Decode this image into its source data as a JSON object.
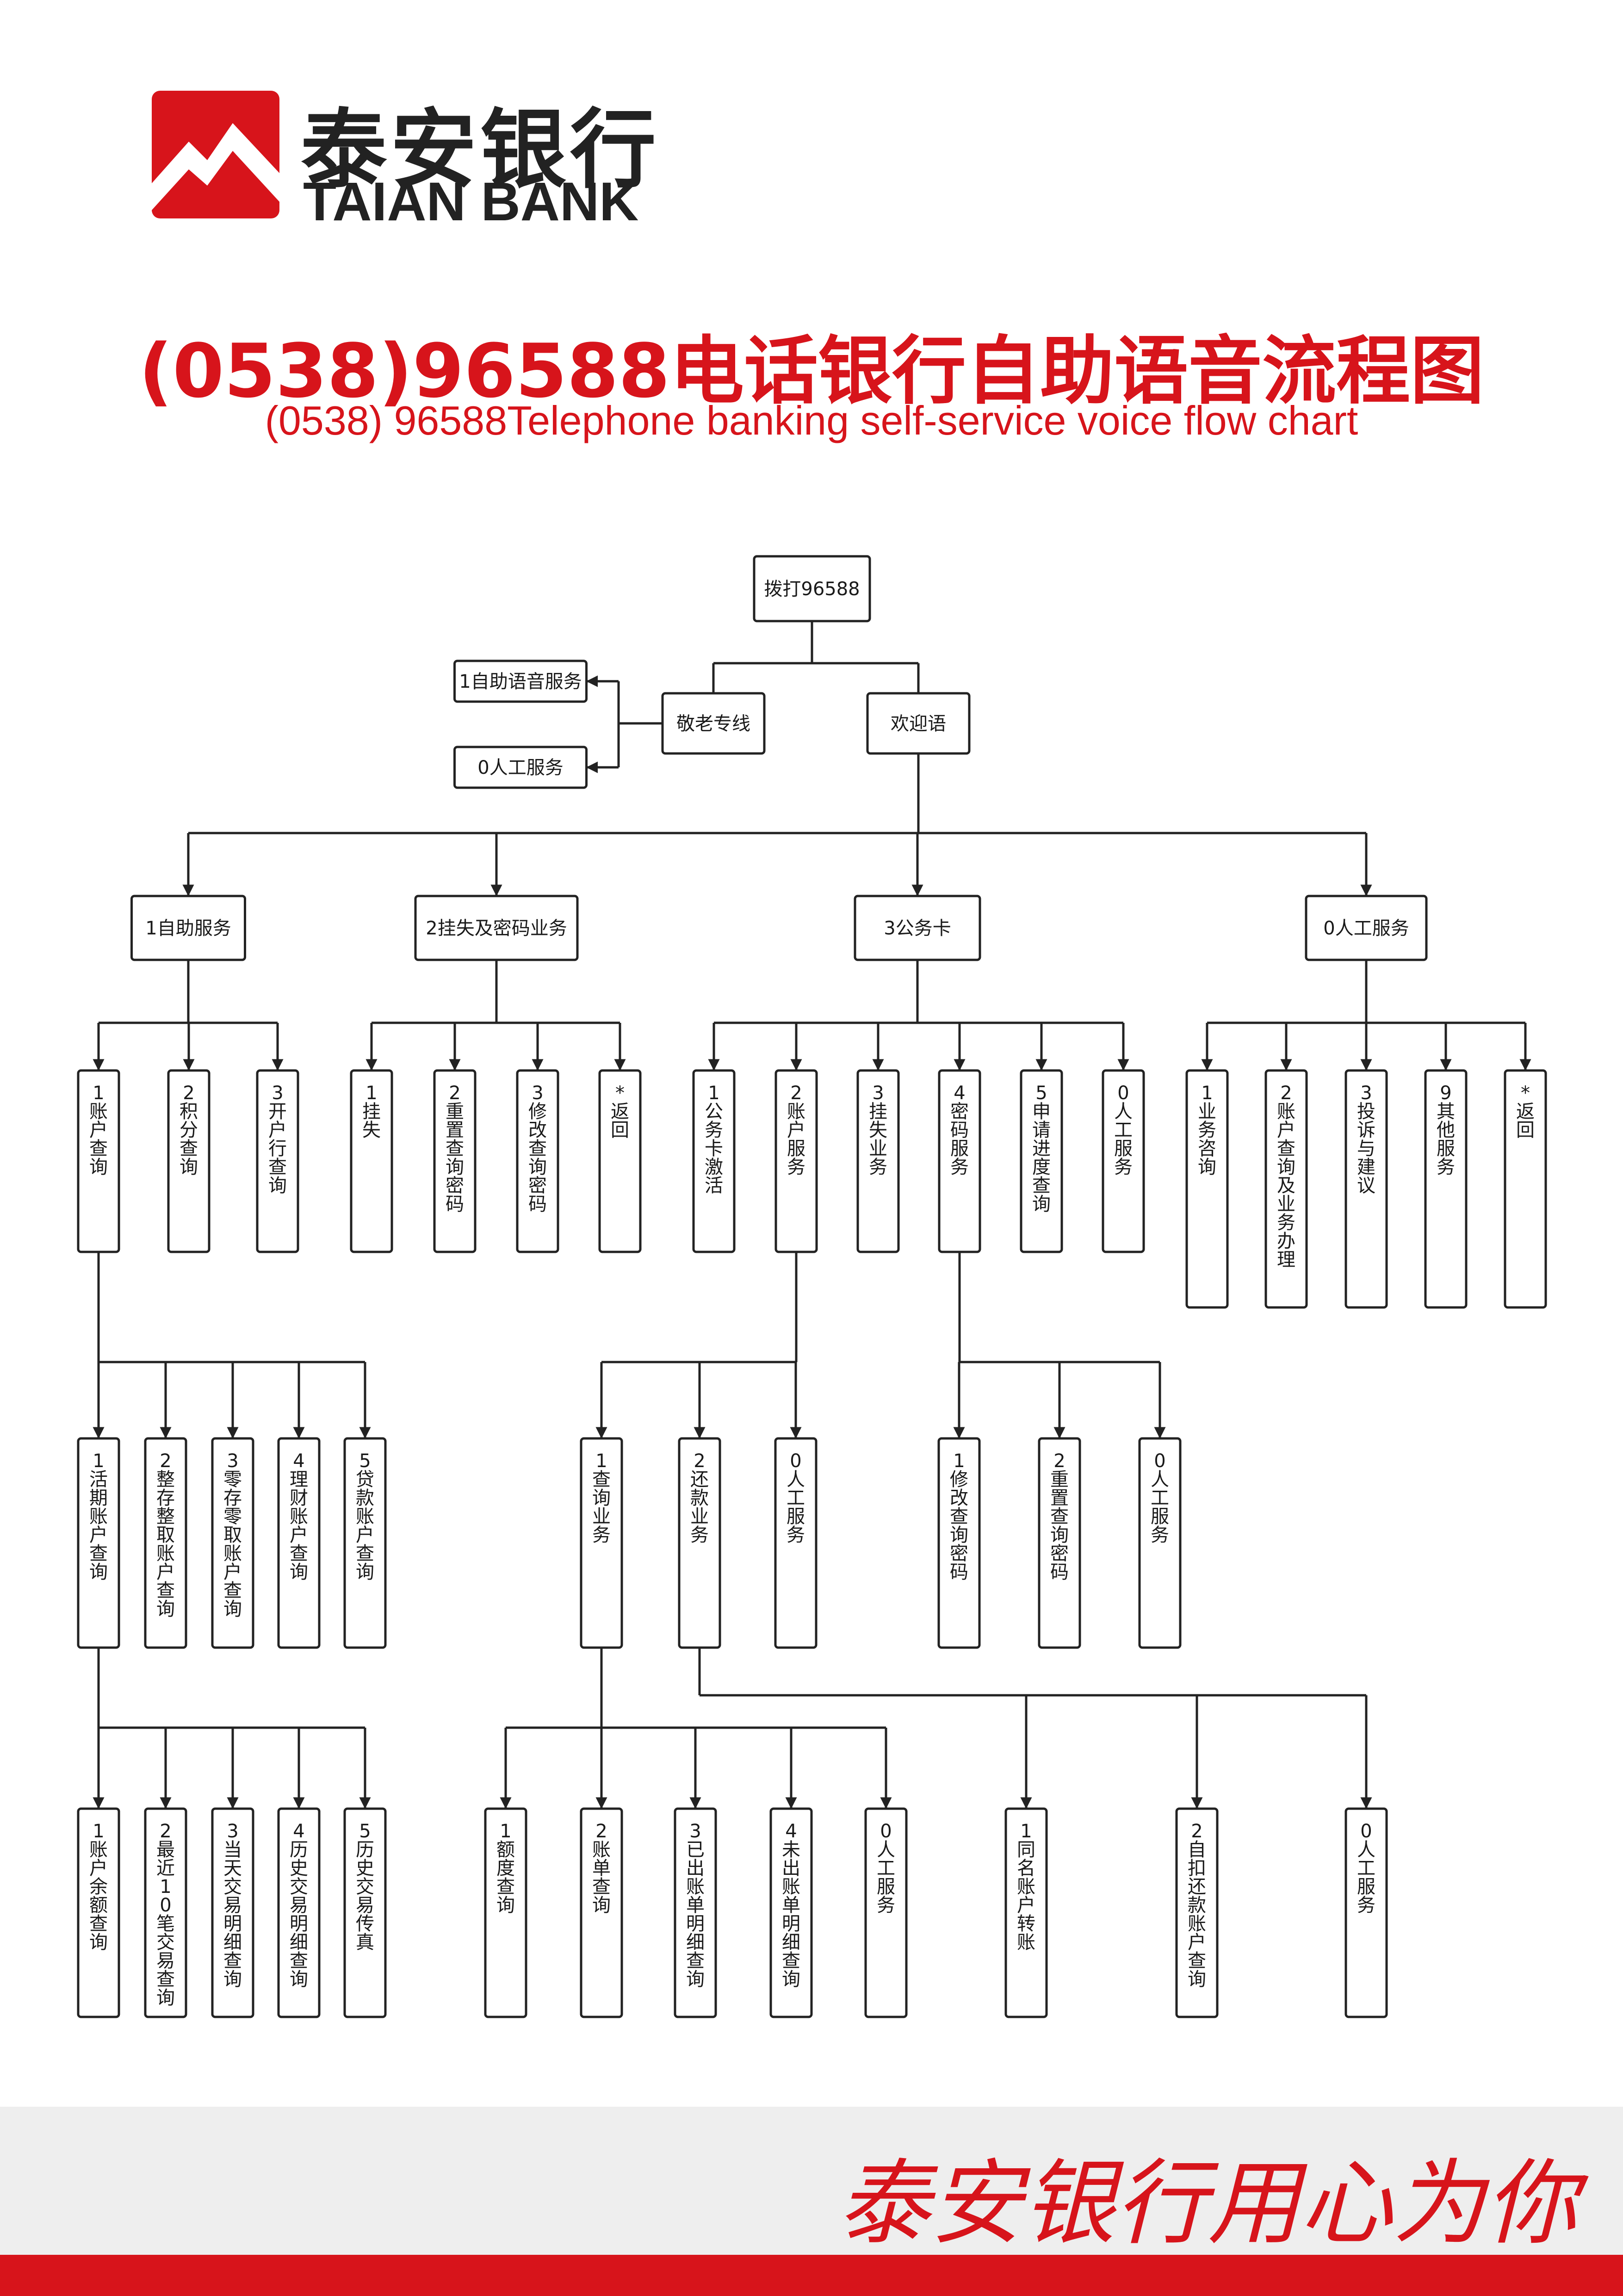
{
  "header": {
    "logo_cn": "泰安银行",
    "logo_en": "TAIAN BANK",
    "title_cn": "(0538)96588电话银行自助语音流程图",
    "title_en": "(0538) 96588Telephone banking self-service voice flow chart"
  },
  "colors": {
    "brand_red": "#d7141b",
    "line": "#222222",
    "footer_bg": "#eeeeee"
  },
  "footer": {
    "slogan_1": "泰安银行",
    "slogan_2": "用心为你"
  },
  "diagram": {
    "nodes": [
      {
        "id": "dial",
        "label": "拨打96588"
      },
      {
        "id": "senior",
        "label": "敬老专线"
      },
      {
        "id": "welcome",
        "label": "欢迎语"
      },
      {
        "id": "s_self",
        "label": "1自助语音服务"
      },
      {
        "id": "s_human",
        "label": "0人工服务"
      },
      {
        "id": "n1",
        "label": "1自助服务"
      },
      {
        "id": "n2",
        "label": "2挂失及密码业务"
      },
      {
        "id": "n3",
        "label": "3公务卡"
      },
      {
        "id": "n0",
        "label": "0人工服务"
      },
      {
        "id": "n1_1",
        "label": "1账户查询"
      },
      {
        "id": "n1_2",
        "label": "2积分查询"
      },
      {
        "id": "n1_3",
        "label": "3开户行查询"
      },
      {
        "id": "n2_1",
        "label": "1挂失"
      },
      {
        "id": "n2_2",
        "label": "2重置查询密码"
      },
      {
        "id": "n2_3",
        "label": "3修改查询密码"
      },
      {
        "id": "n2_b",
        "label": "*返回"
      },
      {
        "id": "n3_1",
        "label": "1公务卡激活"
      },
      {
        "id": "n3_2",
        "label": "2账户服务"
      },
      {
        "id": "n3_3",
        "label": "3挂失业务"
      },
      {
        "id": "n3_4",
        "label": "4密码服务"
      },
      {
        "id": "n3_5",
        "label": "5申请进度查询"
      },
      {
        "id": "n3_0",
        "label": "0人工服务"
      },
      {
        "id": "n0_1",
        "label": "1业务咨询"
      },
      {
        "id": "n0_2",
        "label": "2账户查询及业务办理"
      },
      {
        "id": "n0_3",
        "label": "3投诉与建议"
      },
      {
        "id": "n0_9",
        "label": "9其他服务"
      },
      {
        "id": "n0_b",
        "label": "*返回"
      },
      {
        "id": "a1",
        "label": "1活期账户查询"
      },
      {
        "id": "a2",
        "label": "2整存整取账户查询"
      },
      {
        "id": "a3",
        "label": "3零存零取账户查询"
      },
      {
        "id": "a4",
        "label": "4理财账户查询"
      },
      {
        "id": "a5",
        "label": "5贷款账户查询"
      },
      {
        "id": "b1",
        "label": "1查询业务"
      },
      {
        "id": "b2",
        "label": "2还款业务"
      },
      {
        "id": "b0",
        "label": "0人工服务"
      },
      {
        "id": "c1",
        "label": "1修改查询密码"
      },
      {
        "id": "c2",
        "label": "2重置查询密码"
      },
      {
        "id": "c0",
        "label": "0人工服务"
      },
      {
        "id": "d1",
        "label": "1账户余额查询"
      },
      {
        "id": "d2",
        "label": "2最近10笔交易查询"
      },
      {
        "id": "d3",
        "label": "3当天交易明细查询"
      },
      {
        "id": "d4",
        "label": "4历史交易明细查询"
      },
      {
        "id": "d5",
        "label": "5历史交易传真"
      },
      {
        "id": "e1",
        "label": "1额度查询"
      },
      {
        "id": "e2",
        "label": "2账单查询"
      },
      {
        "id": "e3",
        "label": "3已出账单明细查询"
      },
      {
        "id": "e4",
        "label": "4未出账单明细查询"
      },
      {
        "id": "e0",
        "label": "0人工服务"
      },
      {
        "id": "f1",
        "label": "1同名账户转账"
      },
      {
        "id": "f2",
        "label": "2自扣还款账户查询"
      },
      {
        "id": "f0",
        "label": "0人工服务"
      }
    ]
  }
}
